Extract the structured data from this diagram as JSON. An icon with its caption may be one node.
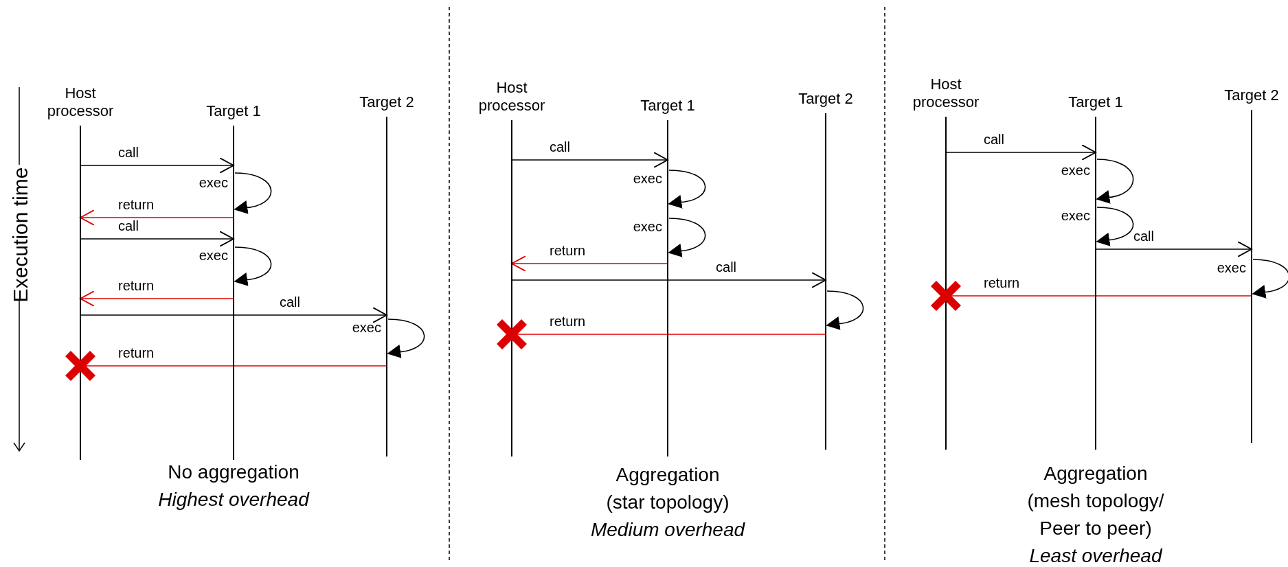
{
  "diagram": {
    "nodes": [
      {
        "text": [
          "Host processor"
        ]
      },
      {
        "text": [
          "Target 1"
        ]
      },
      {
        "text": [
          "Target 2"
        ]
      },
      {
        "text": [],
        "shape": "cross"
      },
      {
        "text": [
          "Host processor"
        ]
      },
      {
        "text": [
          "Target 1"
        ]
      },
      {
        "text": [
          "Target 2"
        ]
      },
      {
        "text": [],
        "shape": "cross"
      },
      {
        "text": [
          "Host processor"
        ]
      },
      {
        "text": [
          "Target 1"
        ]
      },
      {
        "text": [
          "Target 2"
        ]
      },
      {
        "text": [],
        "shape": "cross"
      }
    ],
    "edges": [
      {
        "from": 0,
        "to": 1,
        "arrow": "to",
        "label": "call"
      },
      {
        "from": 1,
        "to": 1,
        "arrow": "to",
        "label": "exec"
      },
      {
        "from": 1,
        "to": 0,
        "arrow": "to",
        "label": "return",
        "color": "#e00000"
      },
      {
        "from": 0,
        "to": 1,
        "arrow": "to",
        "label": "call"
      },
      {
        "from": 1,
        "to": 1,
        "arrow": "to",
        "label": "exec"
      },
      {
        "from": 1,
        "to": 0,
        "arrow": "to",
        "label": "return",
        "color": "#e00000"
      },
      {
        "from": 0,
        "to": 2,
        "arrow": "to",
        "label": "call"
      },
      {
        "from": 2,
        "to": 2,
        "arrow": "to",
        "label": "exec"
      },
      {
        "from": 2,
        "to": 3,
        "arrow": "none",
        "label": "return",
        "color": "#e00000"
      },
      {
        "from": 4,
        "to": 5,
        "arrow": "to",
        "label": "call"
      },
      {
        "from": 5,
        "to": 5,
        "arrow": "to",
        "label": "exec"
      },
      {
        "from": 5,
        "to": 5,
        "arrow": "to",
        "label": "exec"
      },
      {
        "from": 5,
        "to": 4,
        "arrow": "to",
        "label": "return",
        "color": "#e00000"
      },
      {
        "from": 4,
        "to": 6,
        "arrow": "to",
        "label": "call"
      },
      {
        "from": 6,
        "to": 6,
        "arrow": "to"
      },
      {
        "from": 6,
        "to": 7,
        "arrow": "none",
        "label": "return",
        "color": "#e00000"
      },
      {
        "from": 8,
        "to": 9,
        "arrow": "to",
        "label": "call"
      },
      {
        "from": 9,
        "to": 9,
        "arrow": "to",
        "label": "exec"
      },
      {
        "from": 9,
        "to": 9,
        "arrow": "to",
        "label": "exec"
      },
      {
        "from": 9,
        "to": 10,
        "arrow": "to",
        "label": "call"
      },
      {
        "from": 10,
        "to": 10,
        "arrow": "to",
        "label": "exec"
      },
      {
        "from": 10,
        "to": 11,
        "arrow": "none",
        "label": "return",
        "color": "#e00000"
      }
    ],
    "labels": [
      "Execution time",
      "No aggregation",
      "Highest overhead",
      "Aggregation (star topology)",
      "Medium overhead",
      "Aggregation (mesh topology/ Peer to peer)",
      "Least overhead"
    ]
  }
}
